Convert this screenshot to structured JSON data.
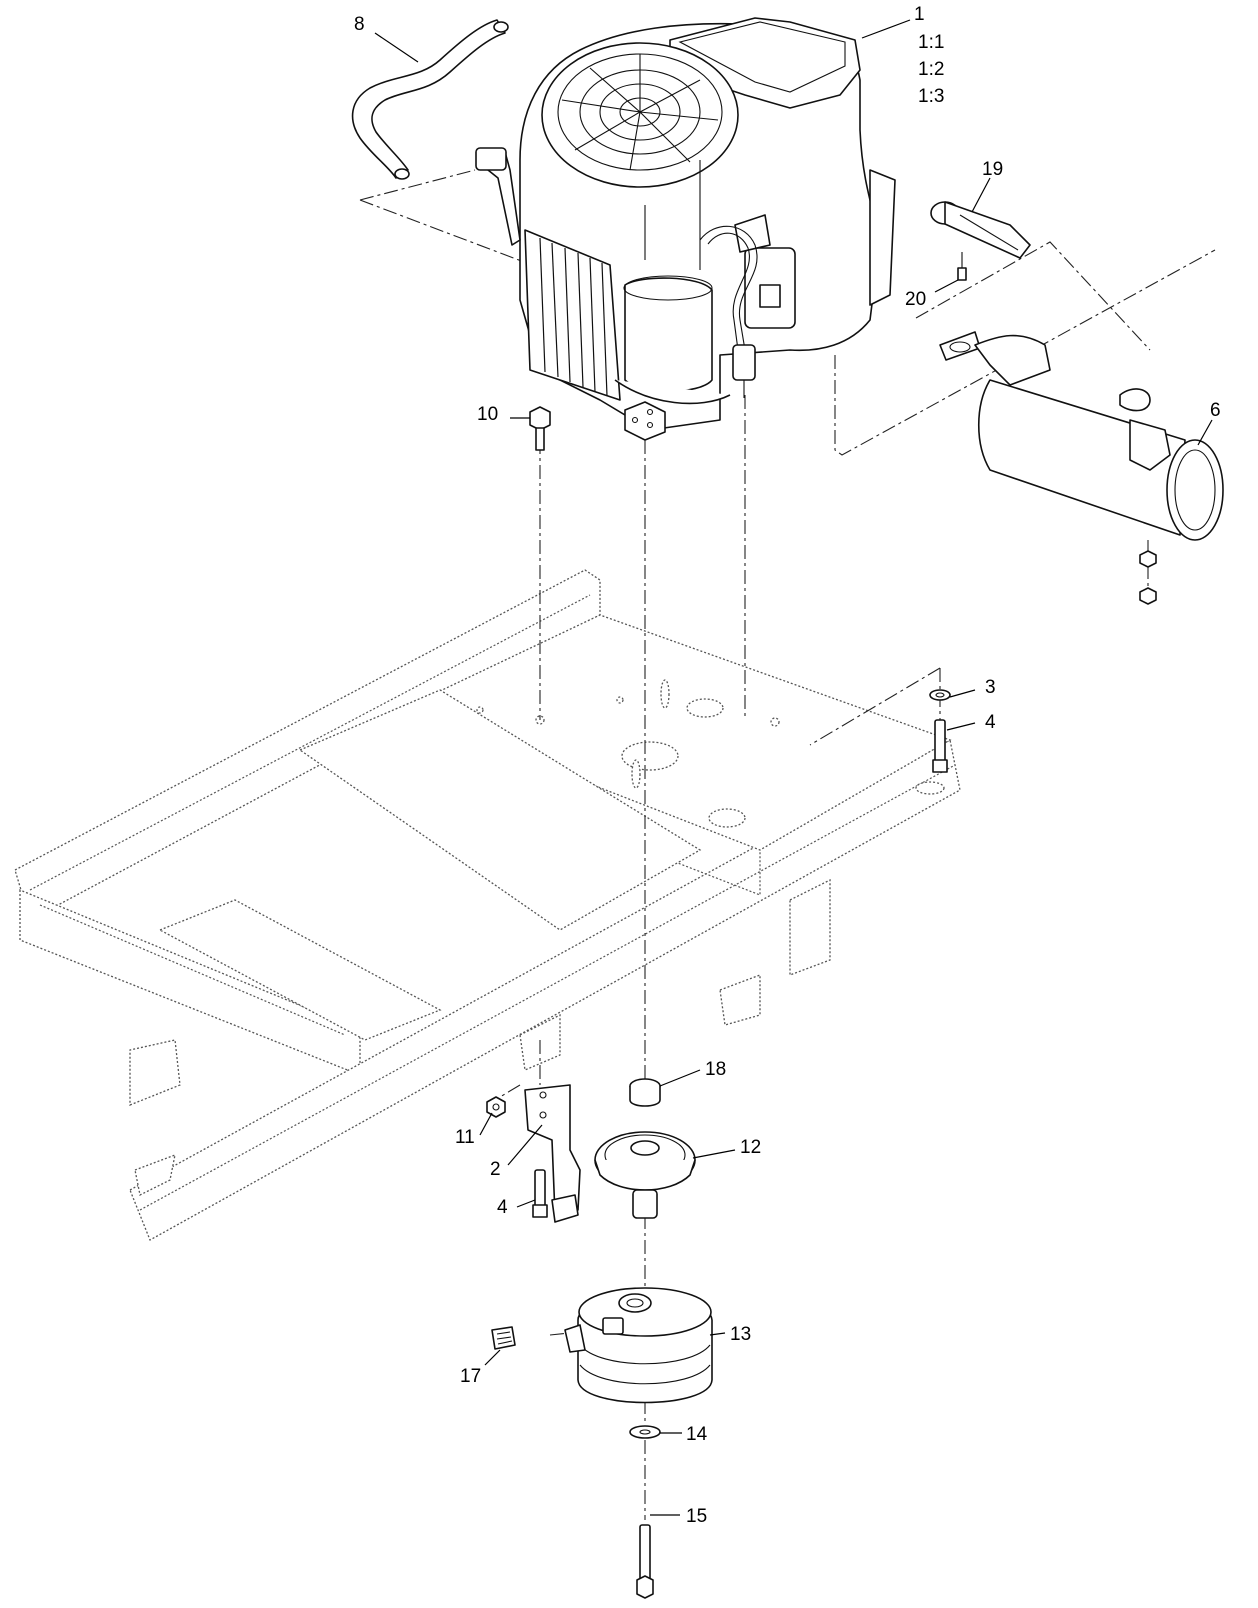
{
  "callouts": {
    "c1": "1",
    "c1_1": "1:1",
    "c1_2": "1:2",
    "c1_3": "1:3",
    "c2": "2",
    "c3": "3",
    "c4a": "4",
    "c4b": "4",
    "c6": "6",
    "c8": "8",
    "c10": "10",
    "c11": "11",
    "c12": "12",
    "c13": "13",
    "c14": "14",
    "c15": "15",
    "c17": "17",
    "c18": "18",
    "c19": "19",
    "c20": "20"
  }
}
